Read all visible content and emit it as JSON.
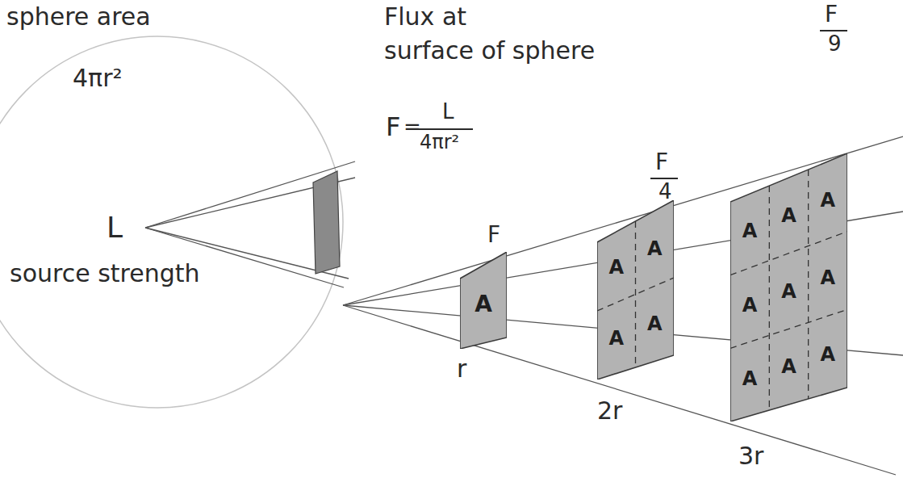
{
  "diagram": {
    "nodes": [
      {
        "text": [
          "A"
        ]
      },
      {
        "text": [
          "A",
          "A",
          "A",
          "A"
        ]
      },
      {
        "text": [
          "A",
          "A",
          "A",
          "A",
          "A",
          "A",
          "A",
          "A",
          "A"
        ]
      }
    ],
    "labels": [
      "sphere area",
      "4πr²",
      "L",
      "source strength",
      "Flux at",
      "surface of sphere",
      "F",
      "=",
      "L",
      "4πr²",
      "F",
      "r",
      "F",
      "4",
      "2r",
      "F",
      "9",
      "3r"
    ]
  }
}
